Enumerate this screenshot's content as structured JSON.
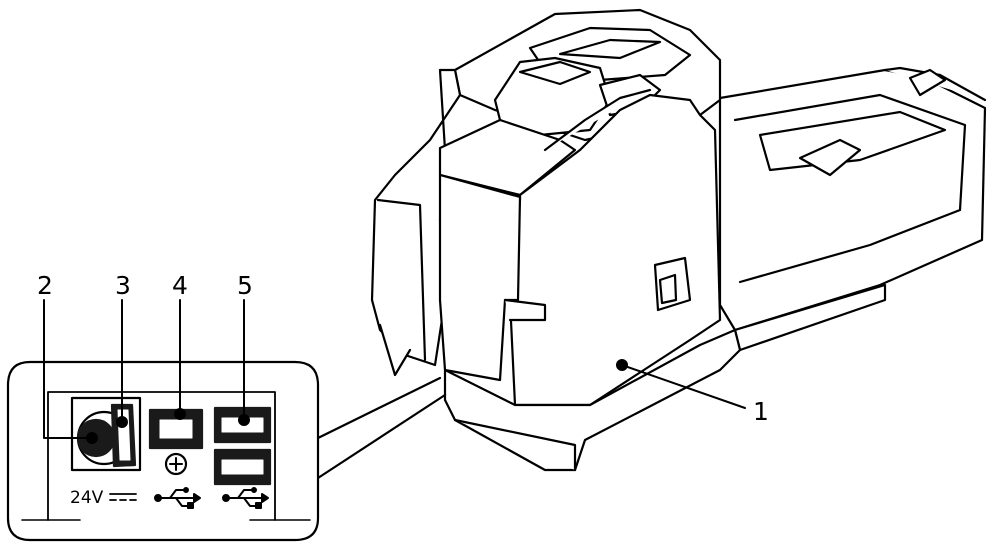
{
  "callouts": [
    {
      "id": "1",
      "text": "1"
    },
    {
      "id": "2",
      "text": "2"
    },
    {
      "id": "3",
      "text": "3"
    },
    {
      "id": "4",
      "text": "4"
    },
    {
      "id": "5",
      "text": "5"
    }
  ],
  "ports": {
    "power_label": "24V",
    "power_symbol": "DC",
    "usb_b_symbol": "usb-icon",
    "usb_a_symbol": "usb-icon"
  },
  "colors": {
    "line": "#000000",
    "fill": "#ffffff",
    "port_fill": "#1a1a1a"
  }
}
